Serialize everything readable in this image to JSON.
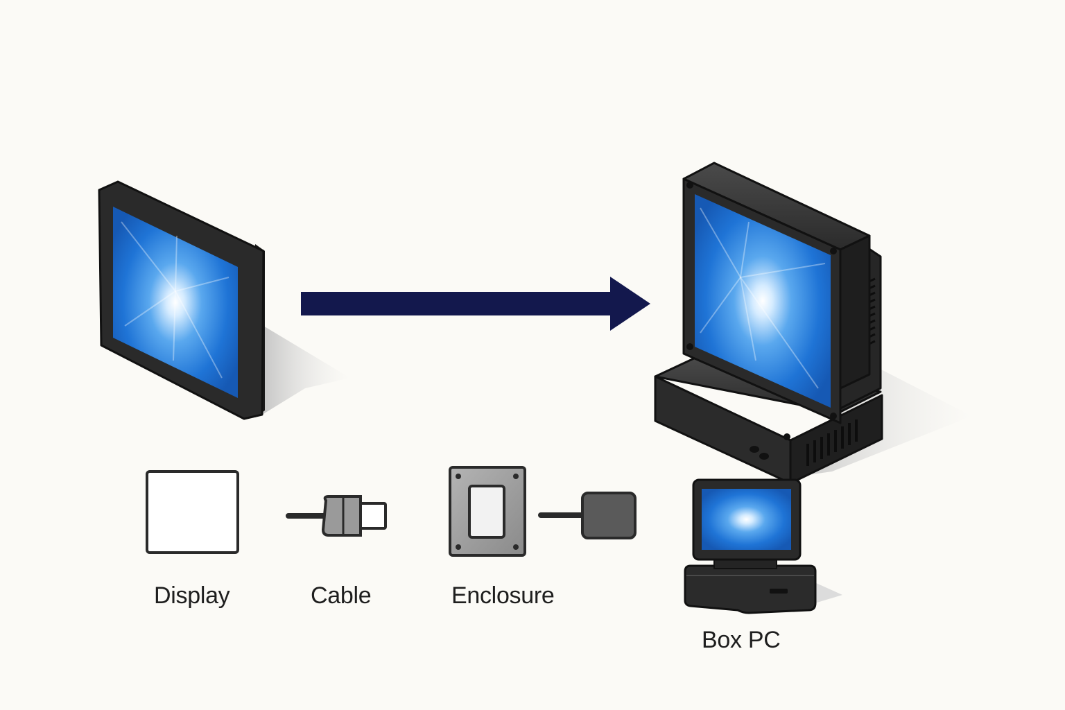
{
  "diagram": {
    "nodes": [
      {
        "id": "standalone-display",
        "kind": "touchscreen display",
        "icon": "display-device-icon"
      },
      {
        "id": "assembled-unit",
        "kind": "display mounted on box PC",
        "icon": "assembled-box-pc-icon"
      }
    ],
    "edges": [
      {
        "from": "standalone-display",
        "to": "assembled-unit",
        "style": "solid arrow"
      }
    ],
    "components": [
      {
        "key": "display",
        "label": "Display",
        "icon": "display-outline-icon"
      },
      {
        "key": "cable",
        "label": "Cable",
        "icon": "cable-connector-icon"
      },
      {
        "key": "enclosure",
        "label": "Enclosure",
        "icon": "enclosure-plate-icon"
      },
      {
        "key": "box_pc",
        "label": "Box PC",
        "icon": "box-pc-icon"
      }
    ],
    "connectors": [
      {
        "from": "enclosure",
        "to": "box_pc",
        "icon": "cable-plug-icon"
      }
    ]
  },
  "colors": {
    "background": "#fbfaf6",
    "arrow": "#13184d",
    "bezel": "#2a2a2a",
    "screen": "#1f74d6",
    "screen_glow": "#ffffff",
    "enclosure_plate": "#9e9e9e",
    "label_text": "#1e1e1e"
  }
}
